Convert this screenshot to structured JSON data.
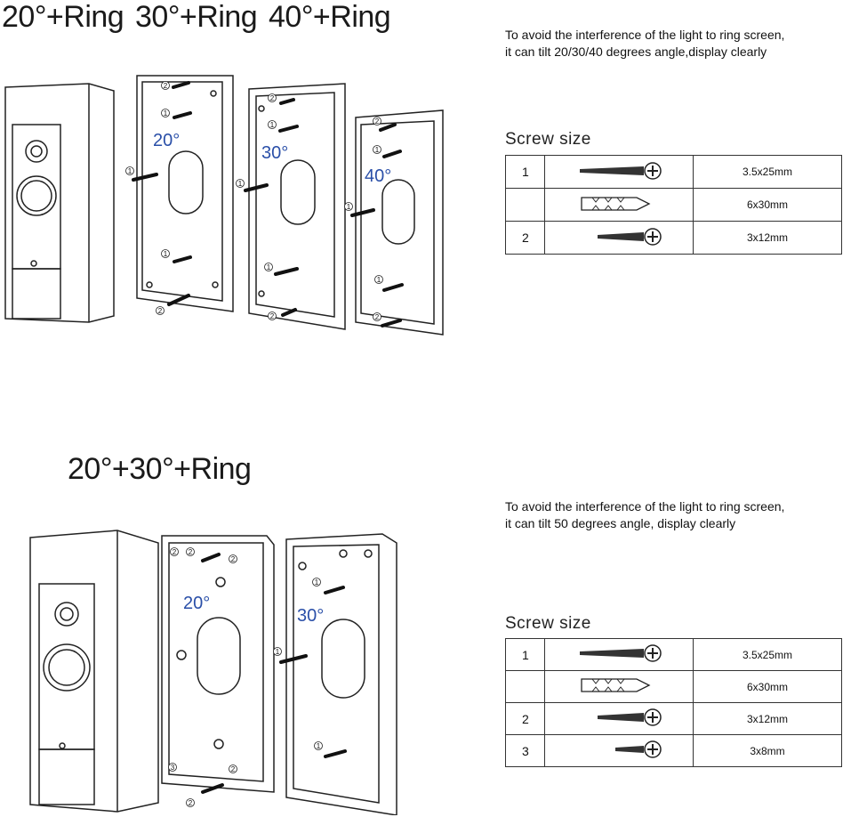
{
  "section1": {
    "titles": [
      "20°+Ring",
      "30°+Ring",
      "40°+Ring"
    ],
    "note_lines": [
      "To avoid the interference of the light to ring screen,",
      "it can tilt 20/30/40 degrees angle,display clearly"
    ],
    "degree_labels": [
      "20°",
      "30°",
      "40°"
    ],
    "screw_title": "Screw size",
    "screws": [
      {
        "index": "1",
        "icon": "long-screw-icon",
        "size": "3.5x25mm"
      },
      {
        "index": "",
        "icon": "wall-anchor-icon",
        "size": "6x30mm"
      },
      {
        "index": "2",
        "icon": "short-screw-icon",
        "size": "3x12mm"
      }
    ]
  },
  "section2": {
    "title": "20°+30°+Ring",
    "note_lines": [
      "To avoid the interference of the light to ring screen,",
      "it can tilt 50 degrees angle, display clearly"
    ],
    "degree_labels": [
      "20°",
      "30°"
    ],
    "screw_title": "Screw size",
    "screws": [
      {
        "index": "1",
        "icon": "long-screw-icon",
        "size": "3.5x25mm"
      },
      {
        "index": "",
        "icon": "wall-anchor-icon",
        "size": "6x30mm"
      },
      {
        "index": "2",
        "icon": "short-screw-icon",
        "size": "3x12mm"
      },
      {
        "index": "3",
        "icon": "tiny-screw-icon",
        "size": "3x8mm"
      }
    ]
  },
  "marker_numbers": [
    "1",
    "2",
    "3"
  ],
  "colors": {
    "degree_label": "#2a4fa8",
    "line": "#222222"
  }
}
